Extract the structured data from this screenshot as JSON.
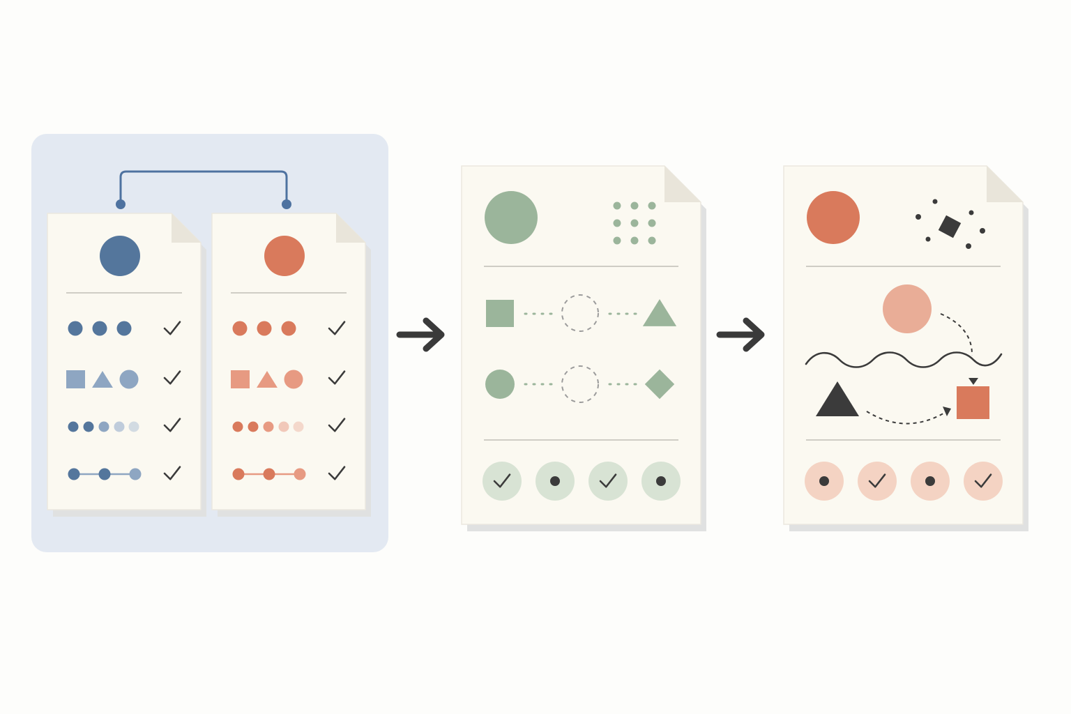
{
  "colors": {
    "background": "#fdfdfb",
    "group_panel": "#e3e9f2",
    "paper": "#fbf9f1",
    "paper_shadow": "#e0e1e1",
    "fold": "#e9e5da",
    "divider": "#cfcdc5",
    "blue": "#54769c",
    "blue_light": "#8ea6c2",
    "blue_pale": "#b8c7d8",
    "coral": "#d97a5c",
    "coral_light": "#e79a82",
    "coral_pale": "#f0c2b2",
    "green": "#9bb59b",
    "green_pale": "#d8e3d4",
    "salmon": "#e9ad97",
    "peach_badge": "#f4d3c3",
    "dark": "#3b3b3b",
    "connector": "#4e72a0",
    "arrow": "#3a3a3a"
  },
  "diagram": {
    "input_group": {
      "documents": [
        {
          "id": "doc-blue",
          "color": "blue",
          "icon": "circle-icon",
          "rows": [
            "three-dots",
            "square-triangle-circle",
            "fading-dots",
            "connected-dots"
          ],
          "check_icon": "check-icon"
        },
        {
          "id": "doc-coral",
          "color": "coral",
          "icon": "circle-icon",
          "rows": [
            "three-dots",
            "square-triangle-circle",
            "fading-dots",
            "connected-dots"
          ],
          "check_icon": "check-icon"
        }
      ],
      "connector": "bracket-connector"
    },
    "steps": [
      {
        "id": "merged-document",
        "color": "green",
        "header_icons": [
          "circle-icon",
          "dot-grid-icon"
        ],
        "rows": [
          [
            "square-icon",
            "dashed-circle-icon",
            "triangle-icon"
          ],
          [
            "circle-icon",
            "dashed-circle-icon",
            "diamond-icon"
          ]
        ],
        "badges": [
          "check",
          "dot",
          "check",
          "dot"
        ]
      },
      {
        "id": "transformed-document",
        "color": "coral",
        "header_icons": [
          "circle-icon",
          "scatter-diamond-icon"
        ],
        "body_icons": [
          "circle-icon",
          "wave-icon",
          "triangle-icon",
          "square-icon"
        ],
        "badges": [
          "dot",
          "check",
          "dot",
          "check"
        ]
      }
    ],
    "flow_arrows": [
      "arrow-right-icon",
      "arrow-right-icon"
    ]
  }
}
